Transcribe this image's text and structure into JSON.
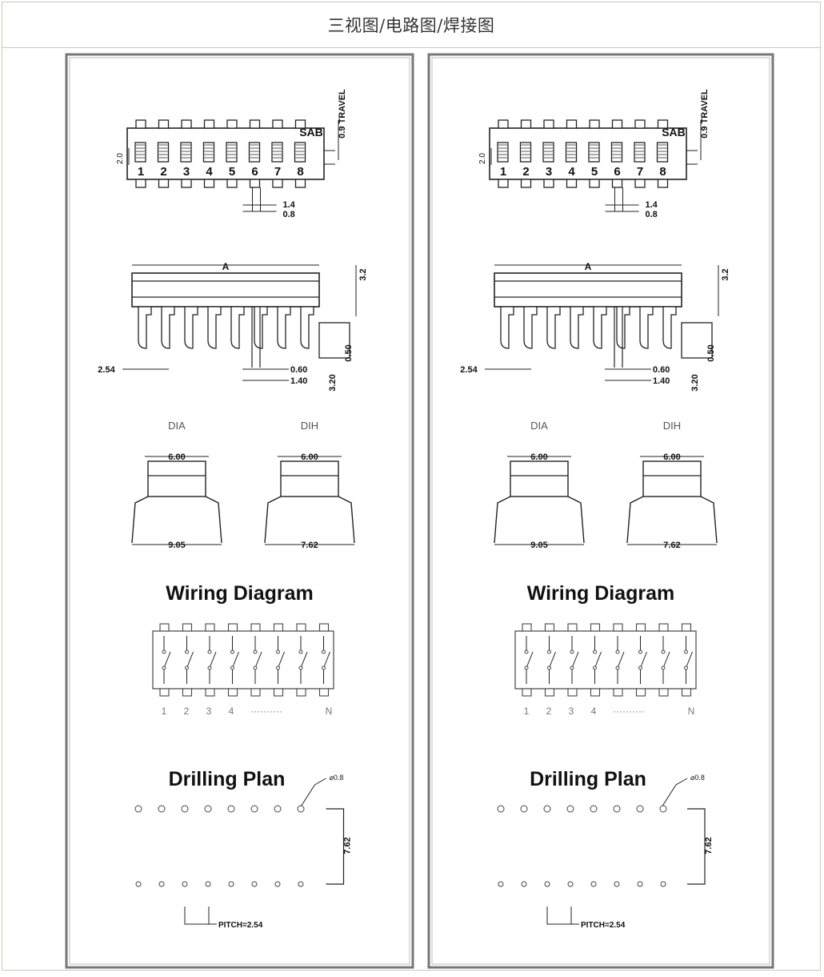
{
  "header": {
    "title": "三视图/电路图/焊接图"
  },
  "panels": [
    {
      "top_view": {
        "travel": "0.9 TRAVEL",
        "brand": "SAB",
        "side_dim": "2.0",
        "positions": [
          "1",
          "2",
          "3",
          "4",
          "5",
          "6",
          "7",
          "8"
        ],
        "dim_a": "1.4",
        "dim_b": "0.8"
      },
      "side_view": {
        "length": "A",
        "height": "3.2",
        "pitch": "2.54",
        "pin_w": "0.60",
        "pin_h": "1.40",
        "lead": "0.50",
        "standoff": "3.20"
      },
      "variants": [
        {
          "name": "DIA",
          "top": "6.00",
          "bottom": "9.05"
        },
        {
          "name": "DIH",
          "top": "6.00",
          "bottom": "7.62"
        }
      ],
      "wiring": {
        "title": "Wiring Diagram",
        "labels": [
          "1",
          "2",
          "3",
          "4",
          "··········",
          "N"
        ]
      },
      "drilling": {
        "title": "Drilling Plan",
        "hole": "⌀0.8",
        "row_spacing": "7.62",
        "pitch": "PITCH=2.54"
      }
    },
    {
      "top_view": {
        "travel": "0.9 TRAVEL",
        "brand": "SAB",
        "side_dim": "2.0",
        "positions": [
          "1",
          "2",
          "3",
          "4",
          "5",
          "6",
          "7",
          "8"
        ],
        "dim_a": "1.4",
        "dim_b": "0.8"
      },
      "side_view": {
        "length": "A",
        "height": "3.2",
        "pitch": "2.54",
        "pin_w": "0.60",
        "pin_h": "1.40",
        "lead": "0.50",
        "standoff": "3.20"
      },
      "variants": [
        {
          "name": "DIA",
          "top": "6.00",
          "bottom": "9.05"
        },
        {
          "name": "DIH",
          "top": "6.00",
          "bottom": "7.62"
        }
      ],
      "wiring": {
        "title": "Wiring Diagram",
        "labels": [
          "1",
          "2",
          "3",
          "4",
          "··········",
          "N"
        ]
      },
      "drilling": {
        "title": "Drilling Plan",
        "hole": "⌀0.8",
        "row_spacing": "7.62",
        "pitch": "PITCH=2.54"
      }
    }
  ]
}
